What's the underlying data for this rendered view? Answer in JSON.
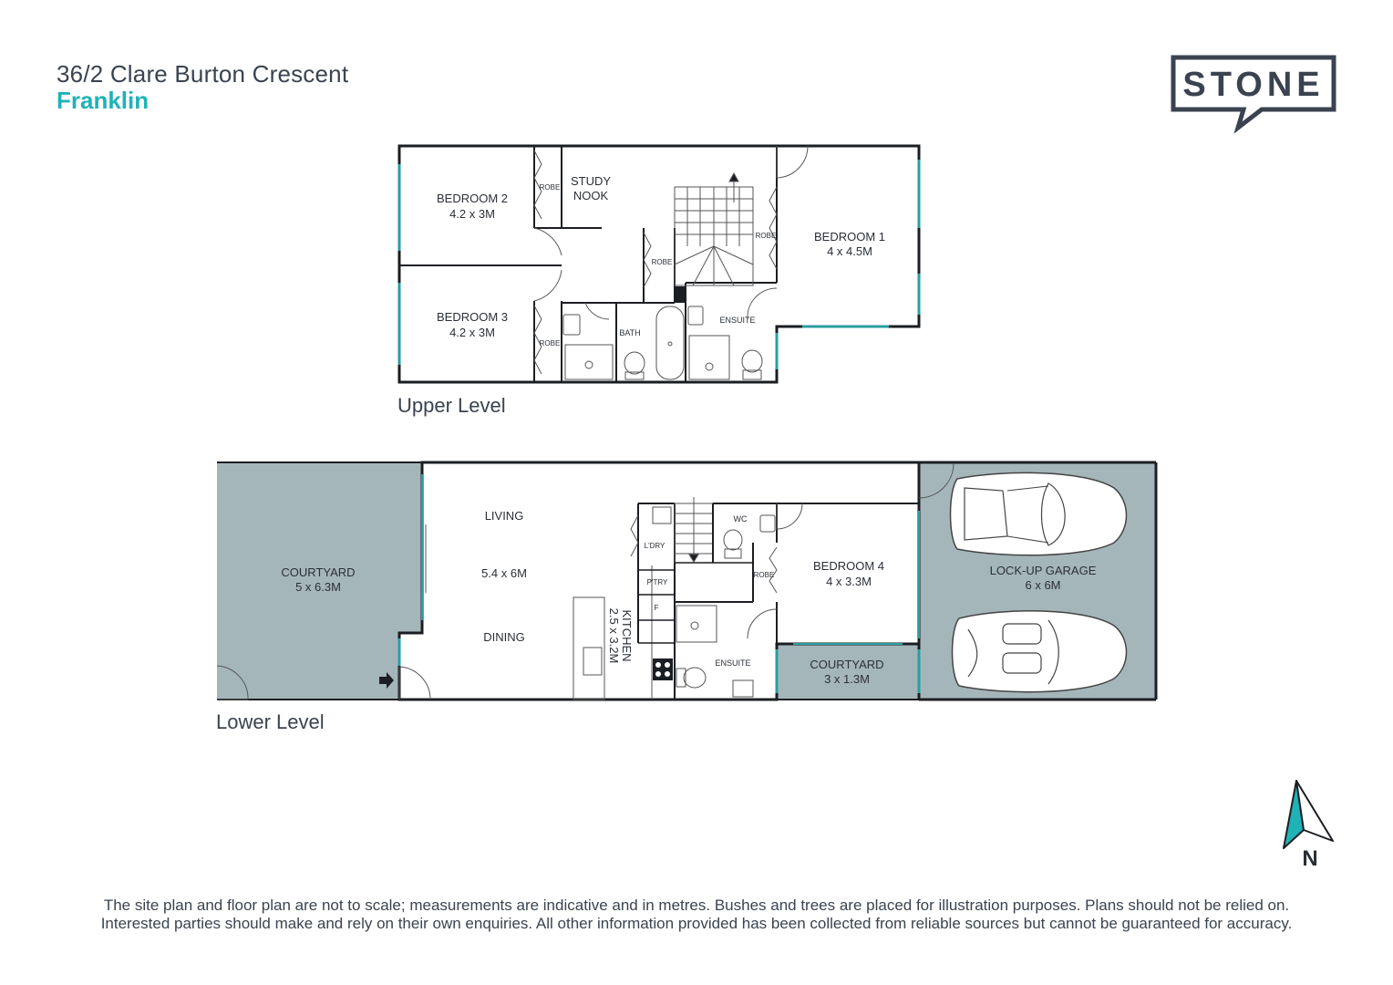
{
  "header": {
    "address": "36/2 Clare Burton Crescent",
    "suburb": "Franklin"
  },
  "logo": {
    "text": "STONE"
  },
  "levels": {
    "upper": "Upper Level",
    "lower": "Lower Level"
  },
  "upper_rooms": {
    "bedroom2": [
      "BEDROOM 2",
      "4.2 x 3M"
    ],
    "bedroom3": [
      "BEDROOM 3",
      "4.2 x 3M"
    ],
    "study": [
      "STUDY",
      "NOOK"
    ],
    "bedroom1": [
      "BEDROOM 1",
      "4 x 4.5M"
    ],
    "bath": "BATH",
    "ensuite": "ENSUITE",
    "robe": "ROBE"
  },
  "lower_rooms": {
    "courtyard_main": [
      "COURTYARD",
      "5 x 6.3M"
    ],
    "living": "LIVING",
    "living_size": "5.4 x 6M",
    "dining": "DINING",
    "kitchen": [
      "KITCHEN",
      "2.5 x 3.2M"
    ],
    "laundry": "L'DRY",
    "pantry": "P'TRY",
    "fridge": "F",
    "wc": "WC",
    "robe": "ROBE",
    "ensuite": "ENSUITE",
    "bedroom4": [
      "BEDROOM 4",
      "4 x 3.3M"
    ],
    "courtyard_small": [
      "COURTYARD",
      "3 x 1.3M"
    ],
    "garage": [
      "LOCK-UP GARAGE",
      "6 x 6M"
    ]
  },
  "compass": {
    "label": "N"
  },
  "disclaimer": {
    "line1": "The site plan and floor plan are not to scale; measurements are indicative and in metres. Bushes and trees are placed for illustration purposes. Plans should not be relied on.",
    "line2": "Interested parties should make and rely on their own enquiries. All other information provided has been collected from reliable sources but cannot be guaranteed for accuracy."
  },
  "colors": {
    "accent": "#1fb3b8",
    "text": "#3b4350",
    "outdoor": "#a5b6bb",
    "wall": "#1b1e22",
    "window": "#2a9ea3"
  }
}
